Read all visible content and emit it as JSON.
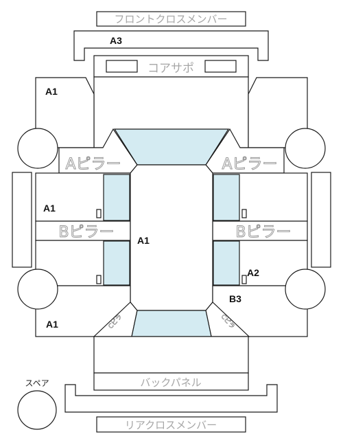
{
  "labels": {
    "front_cross_member": "フロントクロスメンバー",
    "core_support": "コアサポ",
    "a_pillar_left": "Aピラー",
    "a_pillar_right": "Aピラー",
    "b_pillar_left": "Bピラー",
    "b_pillar_right": "Bピラー",
    "back_panel": "バックパネル",
    "rear_cross_member": "リアクロスメンバー",
    "spare": "スペア",
    "side_left": "Cピラ",
    "side_right": "Cピラ"
  },
  "grades": {
    "a3_front": "A3",
    "a1_front_left": "A1",
    "a1_mid_left": "A1",
    "a1_center": "A1",
    "a2_right": "A2",
    "b3_right": "B3",
    "a1_rear_left": "A1"
  }
}
